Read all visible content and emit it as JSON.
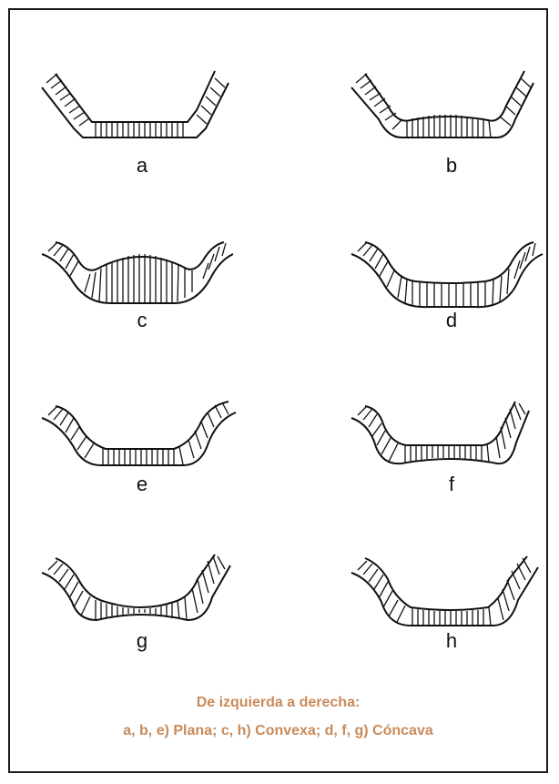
{
  "figure": {
    "profiles": [
      {
        "id": "a",
        "label": "a",
        "shape": "flat"
      },
      {
        "id": "b",
        "label": "b",
        "shape": "flat"
      },
      {
        "id": "c",
        "label": "c",
        "shape": "convex"
      },
      {
        "id": "d",
        "label": "d",
        "shape": "concave"
      },
      {
        "id": "e",
        "label": "e",
        "shape": "flat"
      },
      {
        "id": "f",
        "label": "f",
        "shape": "concave"
      },
      {
        "id": "g",
        "label": "g",
        "shape": "concave"
      },
      {
        "id": "h",
        "label": "h",
        "shape": "convex"
      }
    ],
    "hatch_color": "#111111"
  },
  "caption": {
    "line1": "De izquierda a derecha:",
    "line2": "a, b, e) Plana;  c, h) Convexa; d, f, g) Cóncava",
    "color": "#c98a5a"
  }
}
